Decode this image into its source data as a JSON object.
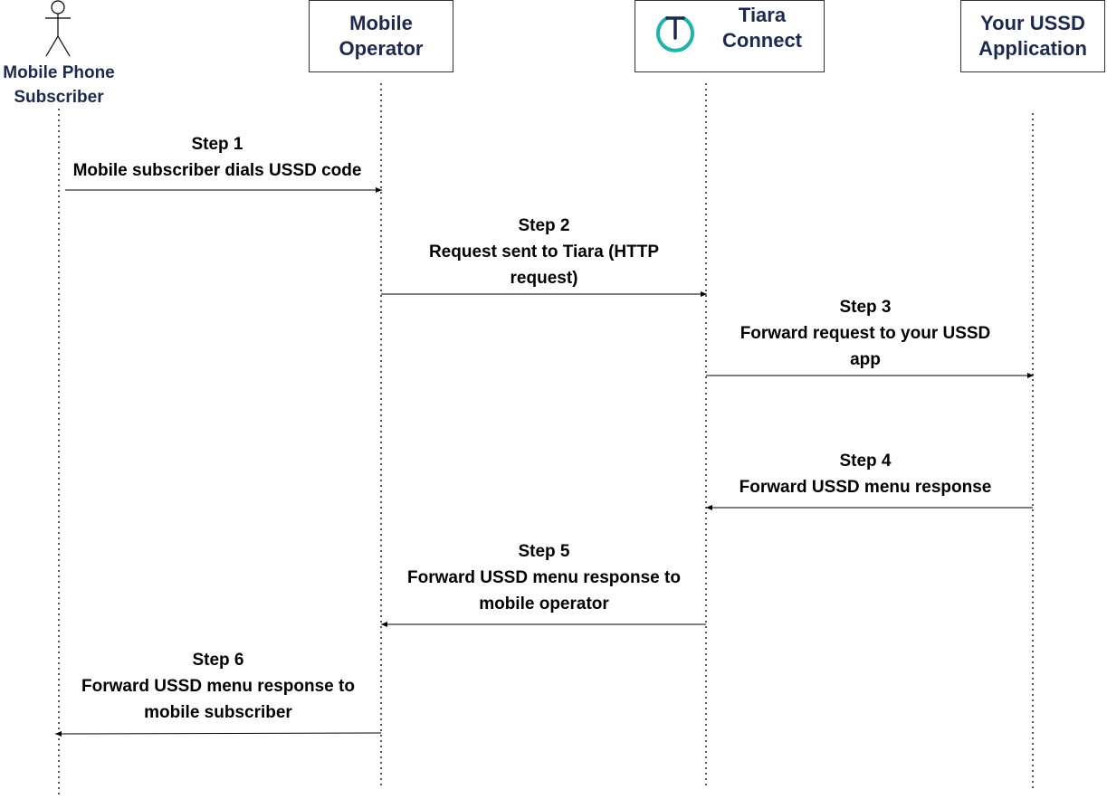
{
  "actor": {
    "label_line1": "Mobile Phone",
    "label_line2": "Subscriber"
  },
  "participants": [
    {
      "line1": "Mobile",
      "line2": "Operator"
    },
    {
      "line1": "Tiara",
      "line2": "Connect",
      "logo": "tiara-logo-icon",
      "logo_color": "#1fb3ad",
      "logo_stem_color": "#1b2a4e"
    },
    {
      "line1": "Your USSD",
      "line2": "Application"
    }
  ],
  "steps": [
    {
      "title": "Step 1",
      "line1": "Mobile subscriber dials USSD code",
      "line2": "",
      "from": "Mobile Phone Subscriber",
      "to": "Mobile Operator"
    },
    {
      "title": "Step 2",
      "line1": "Request sent to Tiara (HTTP",
      "line2": "request)",
      "from": "Mobile Operator",
      "to": "Tiara Connect"
    },
    {
      "title": "Step 3",
      "line1": "Forward request to your USSD",
      "line2": "app",
      "from": "Tiara Connect",
      "to": "Your USSD Application"
    },
    {
      "title": "Step 4",
      "line1": "Forward USSD menu response",
      "line2": "",
      "from": "Your USSD Application",
      "to": "Tiara Connect"
    },
    {
      "title": "Step 5",
      "line1": "Forward USSD menu response to",
      "line2": "mobile operator",
      "from": "Tiara Connect",
      "to": "Mobile Operator"
    },
    {
      "title": "Step 6",
      "line1": "Forward USSD menu response to",
      "line2": "mobile subscriber",
      "from": "Mobile Operator",
      "to": "Mobile Phone Subscriber"
    }
  ],
  "colors": {
    "header_text": "#1b2a4e",
    "line": "#000000",
    "box_border": "#333333"
  }
}
